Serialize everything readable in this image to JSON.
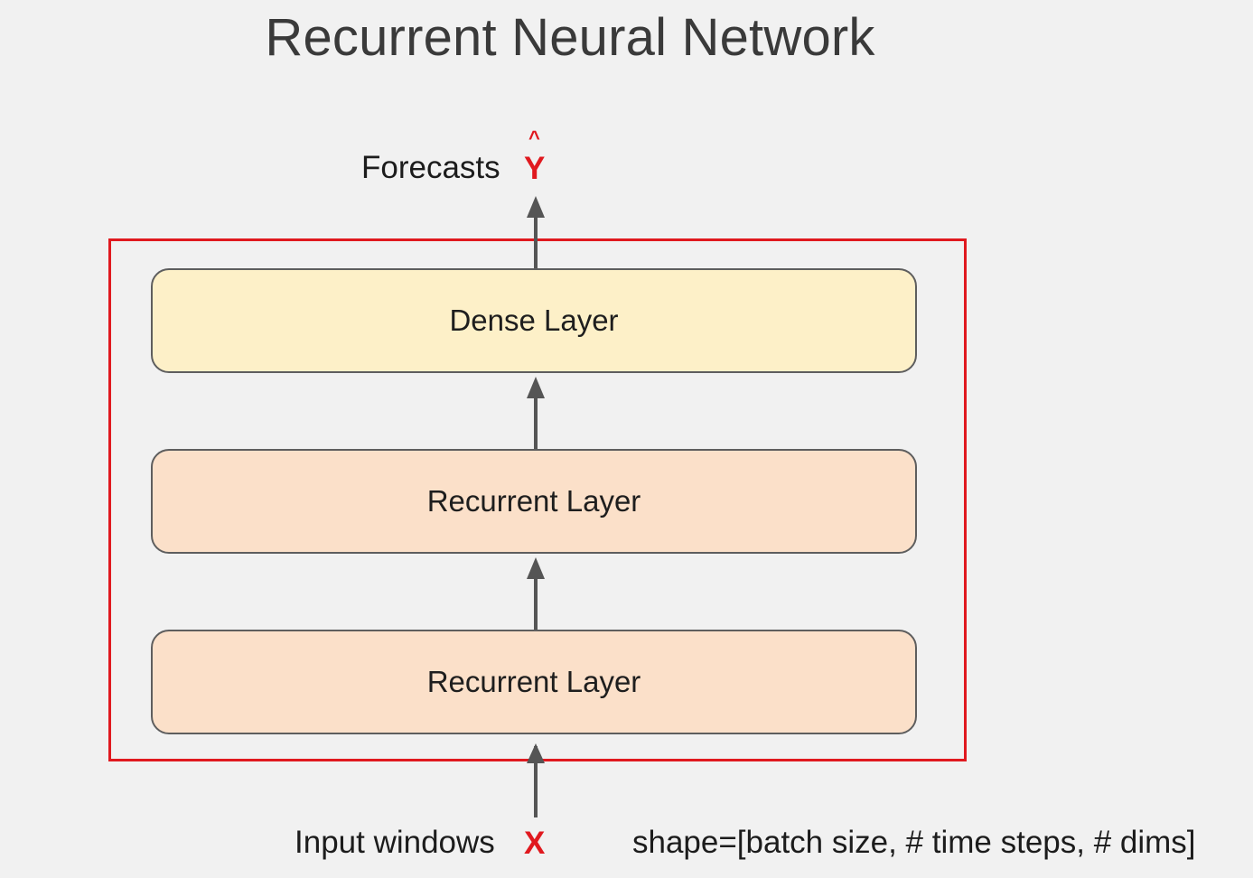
{
  "title": "Recurrent Neural Network",
  "output": {
    "label": "Forecasts",
    "symbol": "Y",
    "hat": "^"
  },
  "layers": [
    {
      "label": "Dense Layer",
      "kind": "dense"
    },
    {
      "label": "Recurrent Layer",
      "kind": "recurrent"
    },
    {
      "label": "Recurrent Layer",
      "kind": "recurrent"
    }
  ],
  "input": {
    "label": "Input windows",
    "symbol": "X",
    "shape": "shape=[batch size, # time steps, # dims]"
  },
  "colors": {
    "frame": "#e0191f",
    "dense_fill": "#fdf0c8",
    "recurrent_fill": "#fbe0c9",
    "arrow": "#555555",
    "symbol": "#e0191f"
  }
}
